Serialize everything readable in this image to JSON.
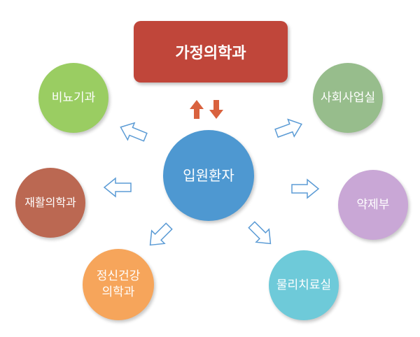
{
  "top_box": {
    "label": "가정의학과"
  },
  "center": {
    "label": "입원환자"
  },
  "nodes": {
    "top_left": "비뇨기과",
    "top_right": "사회사업실",
    "mid_left": "재활의학과",
    "mid_right": "약제부",
    "bottom_left_line1": "정신건강",
    "bottom_left_line2": "의학과",
    "bottom_right": "물리치료실"
  },
  "colors": {
    "top_box": "#c0463a",
    "center": "#4e98d1",
    "top_left": "#9acd62",
    "top_right": "#97bd8c",
    "mid_left": "#bb6852",
    "mid_right": "#c9a7d6",
    "bottom_left": "#f6a55b",
    "bottom_right": "#6ecad9",
    "arrow_outline": "#5b9bd5",
    "updown_arrows": "#d9623e"
  }
}
